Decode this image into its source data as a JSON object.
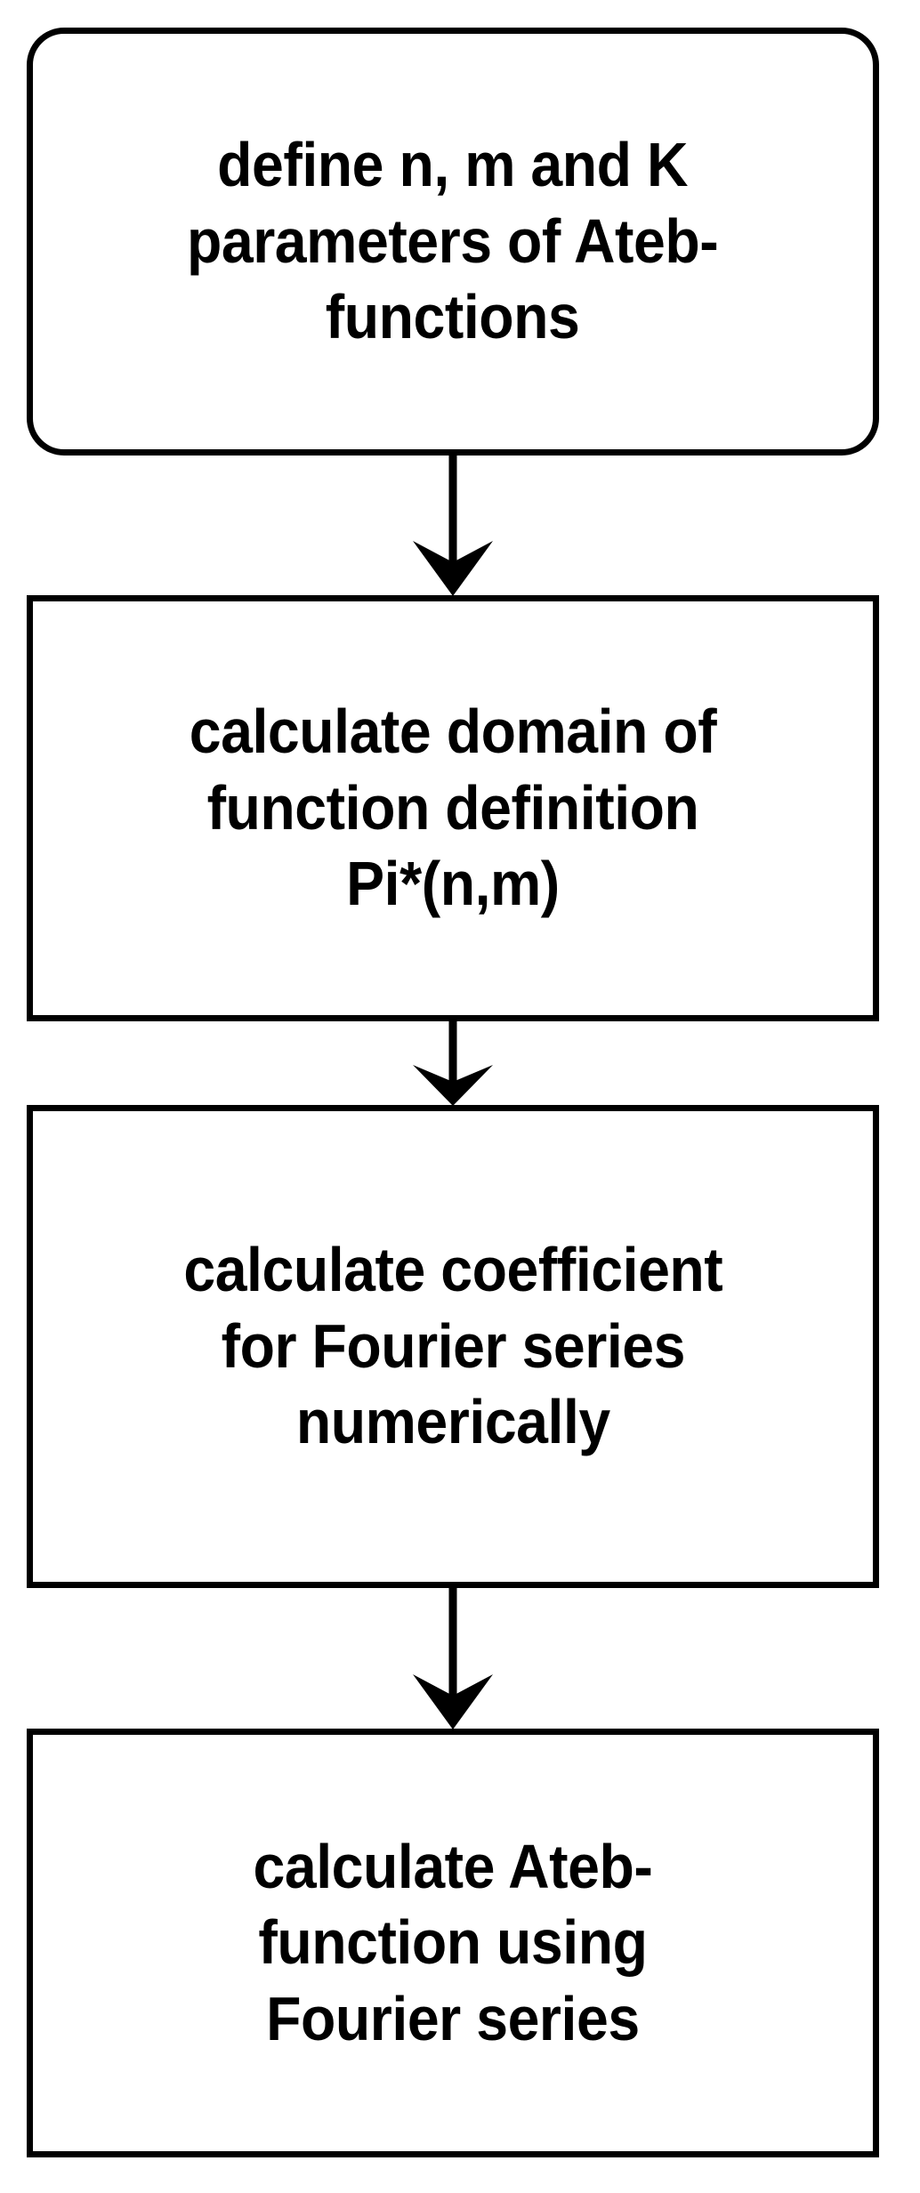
{
  "diagram": {
    "type": "flowchart",
    "orientation": "vertical",
    "background_color": "#ffffff",
    "line_color": "#000000",
    "text_color": "#000000",
    "nodes": [
      {
        "id": "node-1",
        "shape": "rounded-rectangle",
        "label": "define n, m and K\nparameters of Ateb-\nfunctions"
      },
      {
        "id": "node-2",
        "shape": "rectangle",
        "label": "calculate domain of\nfunction definition\nPi*(n,m)"
      },
      {
        "id": "node-3",
        "shape": "rectangle",
        "label": "calculate coefficient\nfor Fourier series\nnumerically"
      },
      {
        "id": "node-4",
        "shape": "rectangle",
        "label": "calculate Ateb-\nfunction using\nFourier series"
      }
    ],
    "connectors": [
      {
        "id": "conn-1",
        "from": "node-1",
        "to": "node-2",
        "style": "arrow-down"
      },
      {
        "id": "conn-2",
        "from": "node-2",
        "to": "node-3",
        "style": "arrow-down"
      },
      {
        "id": "conn-3",
        "from": "node-3",
        "to": "node-4",
        "style": "arrow-down"
      }
    ]
  }
}
